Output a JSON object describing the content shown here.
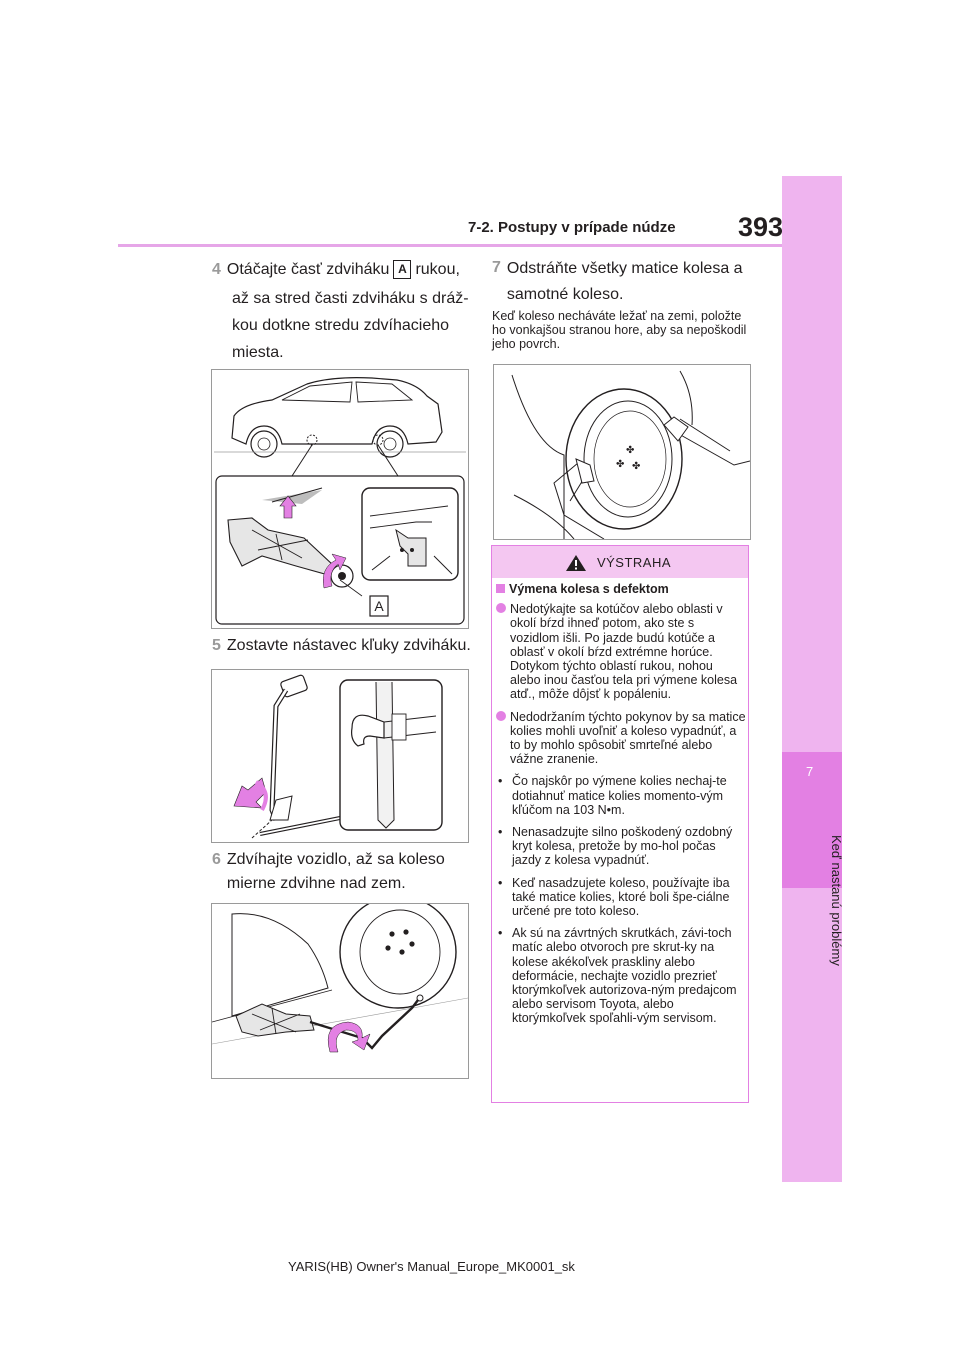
{
  "header": {
    "page_number": "393",
    "section": "7-2. Postupy v prípade núdze"
  },
  "side_tab": {
    "chapter_number": "7",
    "chapter_title": "Keď nastanú problémy"
  },
  "steps": [
    {
      "n": "4",
      "before": "Otáčajte časť zdviháku",
      "label": "A",
      "after": "rukou,",
      "rest": "až sa stred časti zdviháku s dráž-kou dotkne stredu zdvíhacieho miesta."
    },
    {
      "n": "5",
      "text": "Zostavte nástavec kľuky zdviháku."
    },
    {
      "n": "6",
      "text": "Zdvíhajte vozidlo, až sa koleso mierne zdvihne nad zem."
    },
    {
      "n": "7",
      "text": "Odstráňte všetky matice kolesa a samotné koleso."
    }
  ],
  "note_step7": "Keď koleso necháváte ležať na zemi, položte ho vonkajšou stranou hore, aby sa nepoškodil jeho povrch.",
  "figure1_label": "A",
  "warning": {
    "title": "VÝSTRAHA",
    "subheading": "Výmena kolesa s defektom",
    "circle_items": [
      "Nedotýkajte sa kotúčov alebo oblasti v okolí bŕzd ihneď potom, ako ste s vozidlom išli. Po jazde budú kotúče a oblasť v okolí bŕzd extrémne horúce. Dotykom týchto oblastí rukou, nohou alebo inou časťou tela pri výmene kolesa atď., môže dôjsť k popáleniu.",
      "Nedodržaním týchto pokynov by sa matice kolies mohli uvoľniť a koleso vypadnúť, a to by mohlo spôsobiť smrteľné alebo vážne zranenie."
    ],
    "bullet_items": [
      "Čo najskôr po výmene kolies nechaj-te dotiahnuť matice kolies momento-vým kľúčom na 103 N•m.",
      "Nenasadzujte silno poškodený ozdobný kryt kolesa, pretože by mo-hol počas jazdy z kolesa vypadnúť.",
      "Keď nasadzujete koleso, používajte iba také matice kolies, ktoré boli špe-ciálne určené pre toto koleso.",
      "Ak sú na závrtných skrutkách, závi-toch matíc alebo otvoroch pre skrut-ky na kolese akékoľvek praskliny alebo deformácie, nechajte vozidlo prezrieť ktorýmkoľvek autorizova-ným predajcom alebo servisom Toyota, alebo ktorýmkoľvek spoľahli-vým servisom."
    ]
  },
  "footer": "YARIS(HB) Owner's Manual_Europe_MK0001_sk",
  "colors": {
    "accent": "#e380e3",
    "tab": "#efb4ef",
    "rule": "#e6a6e8"
  }
}
